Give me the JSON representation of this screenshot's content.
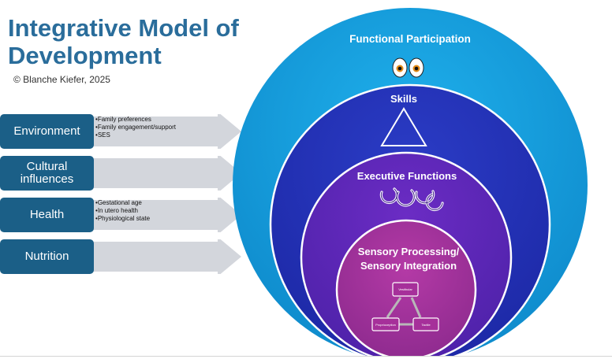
{
  "title_line1": "Integrative Model of",
  "title_line2": "Development",
  "copyright": "© Blanche Kiefer, 2025",
  "factors": [
    {
      "label": "Environment",
      "bullets": [
        "Family preferences",
        "Family engagement/support",
        "SES"
      ]
    },
    {
      "label": "Cultural influences",
      "bullets": []
    },
    {
      "label": "Health",
      "bullets": [
        "Gestational age",
        "In utero health",
        "Physiological state"
      ]
    },
    {
      "label": "Nutrition",
      "bullets": []
    }
  ],
  "rings": {
    "functional_participation": "Functional Participation",
    "skills": "Skills",
    "executive_functions": "Executive Functions",
    "sensory_line1": "Sensory Processing/",
    "sensory_line2": "Sensory Integration"
  },
  "sensory_diagram": {
    "top": "Vestibular",
    "left": "Proprioception",
    "right": "Tactile"
  },
  "icons": {
    "eyes": "googly-eyes-icon",
    "skills": "triangle-icon",
    "executive": "cycle-arrows-icon"
  },
  "colors": {
    "title": "#2a6d9b",
    "factor_box": "#1b5f87",
    "arrow": "#d3d6dc",
    "ring_outer": "#159ad6",
    "ring_skills": "#2432b8",
    "ring_executive": "#5a28b6",
    "ring_sensory": "#a6309a"
  }
}
